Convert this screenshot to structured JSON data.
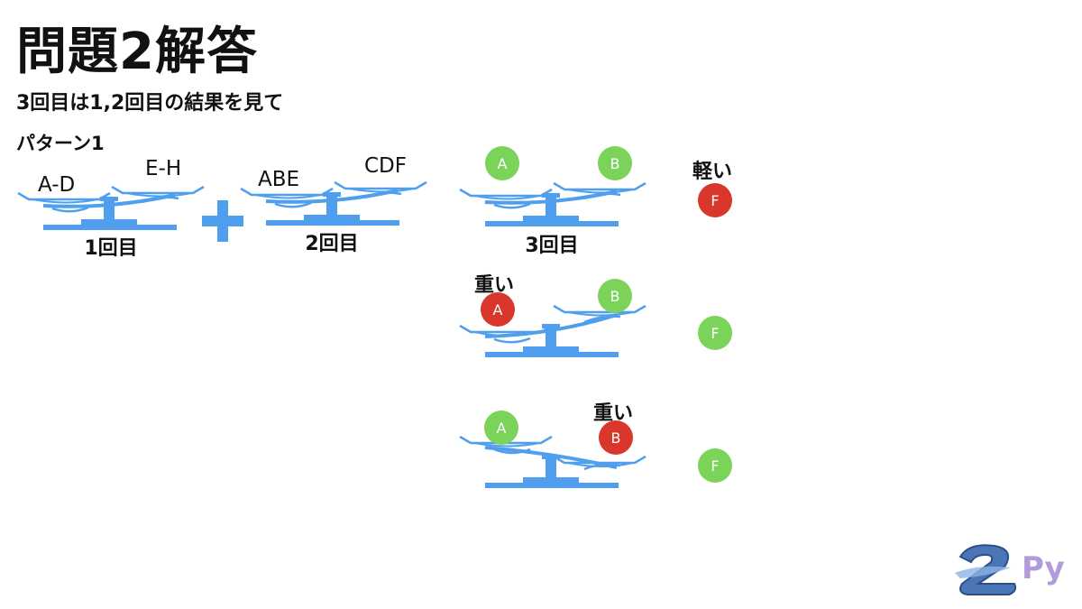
{
  "slide": {
    "title": "問題2解答",
    "subtitle": "3回目は1,2回目の結果を見て",
    "pattern_label": "パターン1"
  },
  "weighings": [
    {
      "round_label": "1回目",
      "left_label": "A-D",
      "right_label": "E-H"
    },
    {
      "round_label": "2回目",
      "left_label": "ABE",
      "right_label": "CDF"
    },
    {
      "round_label": "3回目",
      "left_ball": "A",
      "right_ball": "B",
      "side_ball": "F",
      "side_note": "軽い"
    }
  ],
  "outcomes": [
    {
      "left_ball": "A",
      "right_ball": "B",
      "side_ball": "F",
      "heavy_note": "重い"
    },
    {
      "left_ball": "A",
      "right_ball": "B",
      "side_ball": "F",
      "heavy_note": "重い"
    }
  ],
  "colors": {
    "scale": "#4f9fee",
    "normal_ball": "#7bd35a",
    "odd_ball": "#d9372b"
  },
  "logo": {
    "text": "Py",
    "icon": "2py-logo-icon"
  }
}
